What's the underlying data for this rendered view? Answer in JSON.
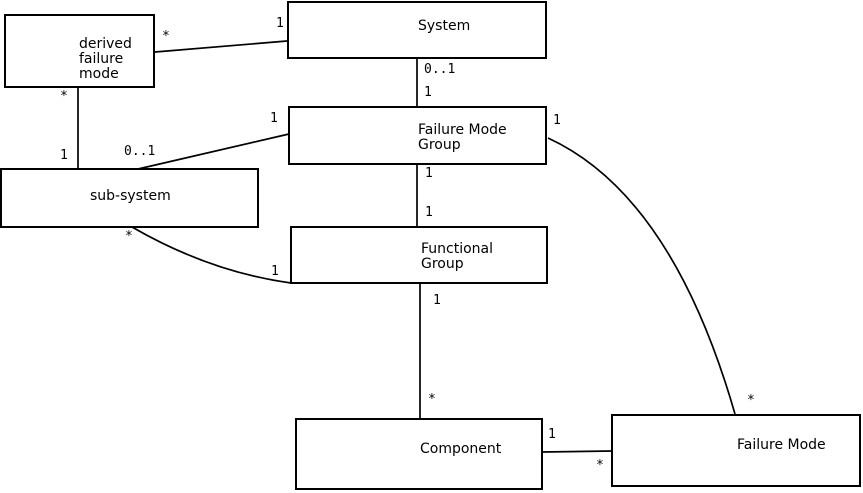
{
  "diagram": {
    "type": "uml-class-diagram",
    "background_color": "#ffffff",
    "line_color": "#000000",
    "boxes": [
      {
        "name": "derived-failure-mode",
        "label": "derived\nfailure\nmode"
      },
      {
        "name": "system",
        "label": "System"
      },
      {
        "name": "failure-mode-group",
        "label": "Failure Mode\nGroup"
      },
      {
        "name": "sub-system",
        "label": "sub-system"
      },
      {
        "name": "functional-group",
        "label": "Functional\nGroup"
      },
      {
        "name": "component",
        "label": "Component"
      },
      {
        "name": "failure-mode",
        "label": "Failure Mode"
      }
    ],
    "relationships": [
      {
        "from": "derived failure mode",
        "to": "System",
        "from_label": "*",
        "to_label": "1"
      },
      {
        "from": "System",
        "to": "Failure Mode Group",
        "from_label": "0..1",
        "to_label": "1"
      },
      {
        "from": "derived failure mode",
        "to": "sub-system",
        "from_label": "*",
        "to_label": "1"
      },
      {
        "from": "Failure Mode Group",
        "to": "sub-system",
        "from_label": "1",
        "to_label": "0..1"
      },
      {
        "from": "Failure Mode Group",
        "to": "Functional Group",
        "from_label": "1",
        "to_label": "1"
      },
      {
        "from": "sub-system",
        "to": "Functional Group",
        "from_label": "*",
        "to_label": "1"
      },
      {
        "from": "Functional Group",
        "to": "Component",
        "from_label": "1",
        "to_label": "*"
      },
      {
        "from": "Component",
        "to": "Failure Mode",
        "from_label": "1",
        "to_label": "*"
      },
      {
        "from": "Failure Mode Group",
        "to": "Failure Mode",
        "from_label": "1",
        "to_label": "*"
      }
    ]
  }
}
